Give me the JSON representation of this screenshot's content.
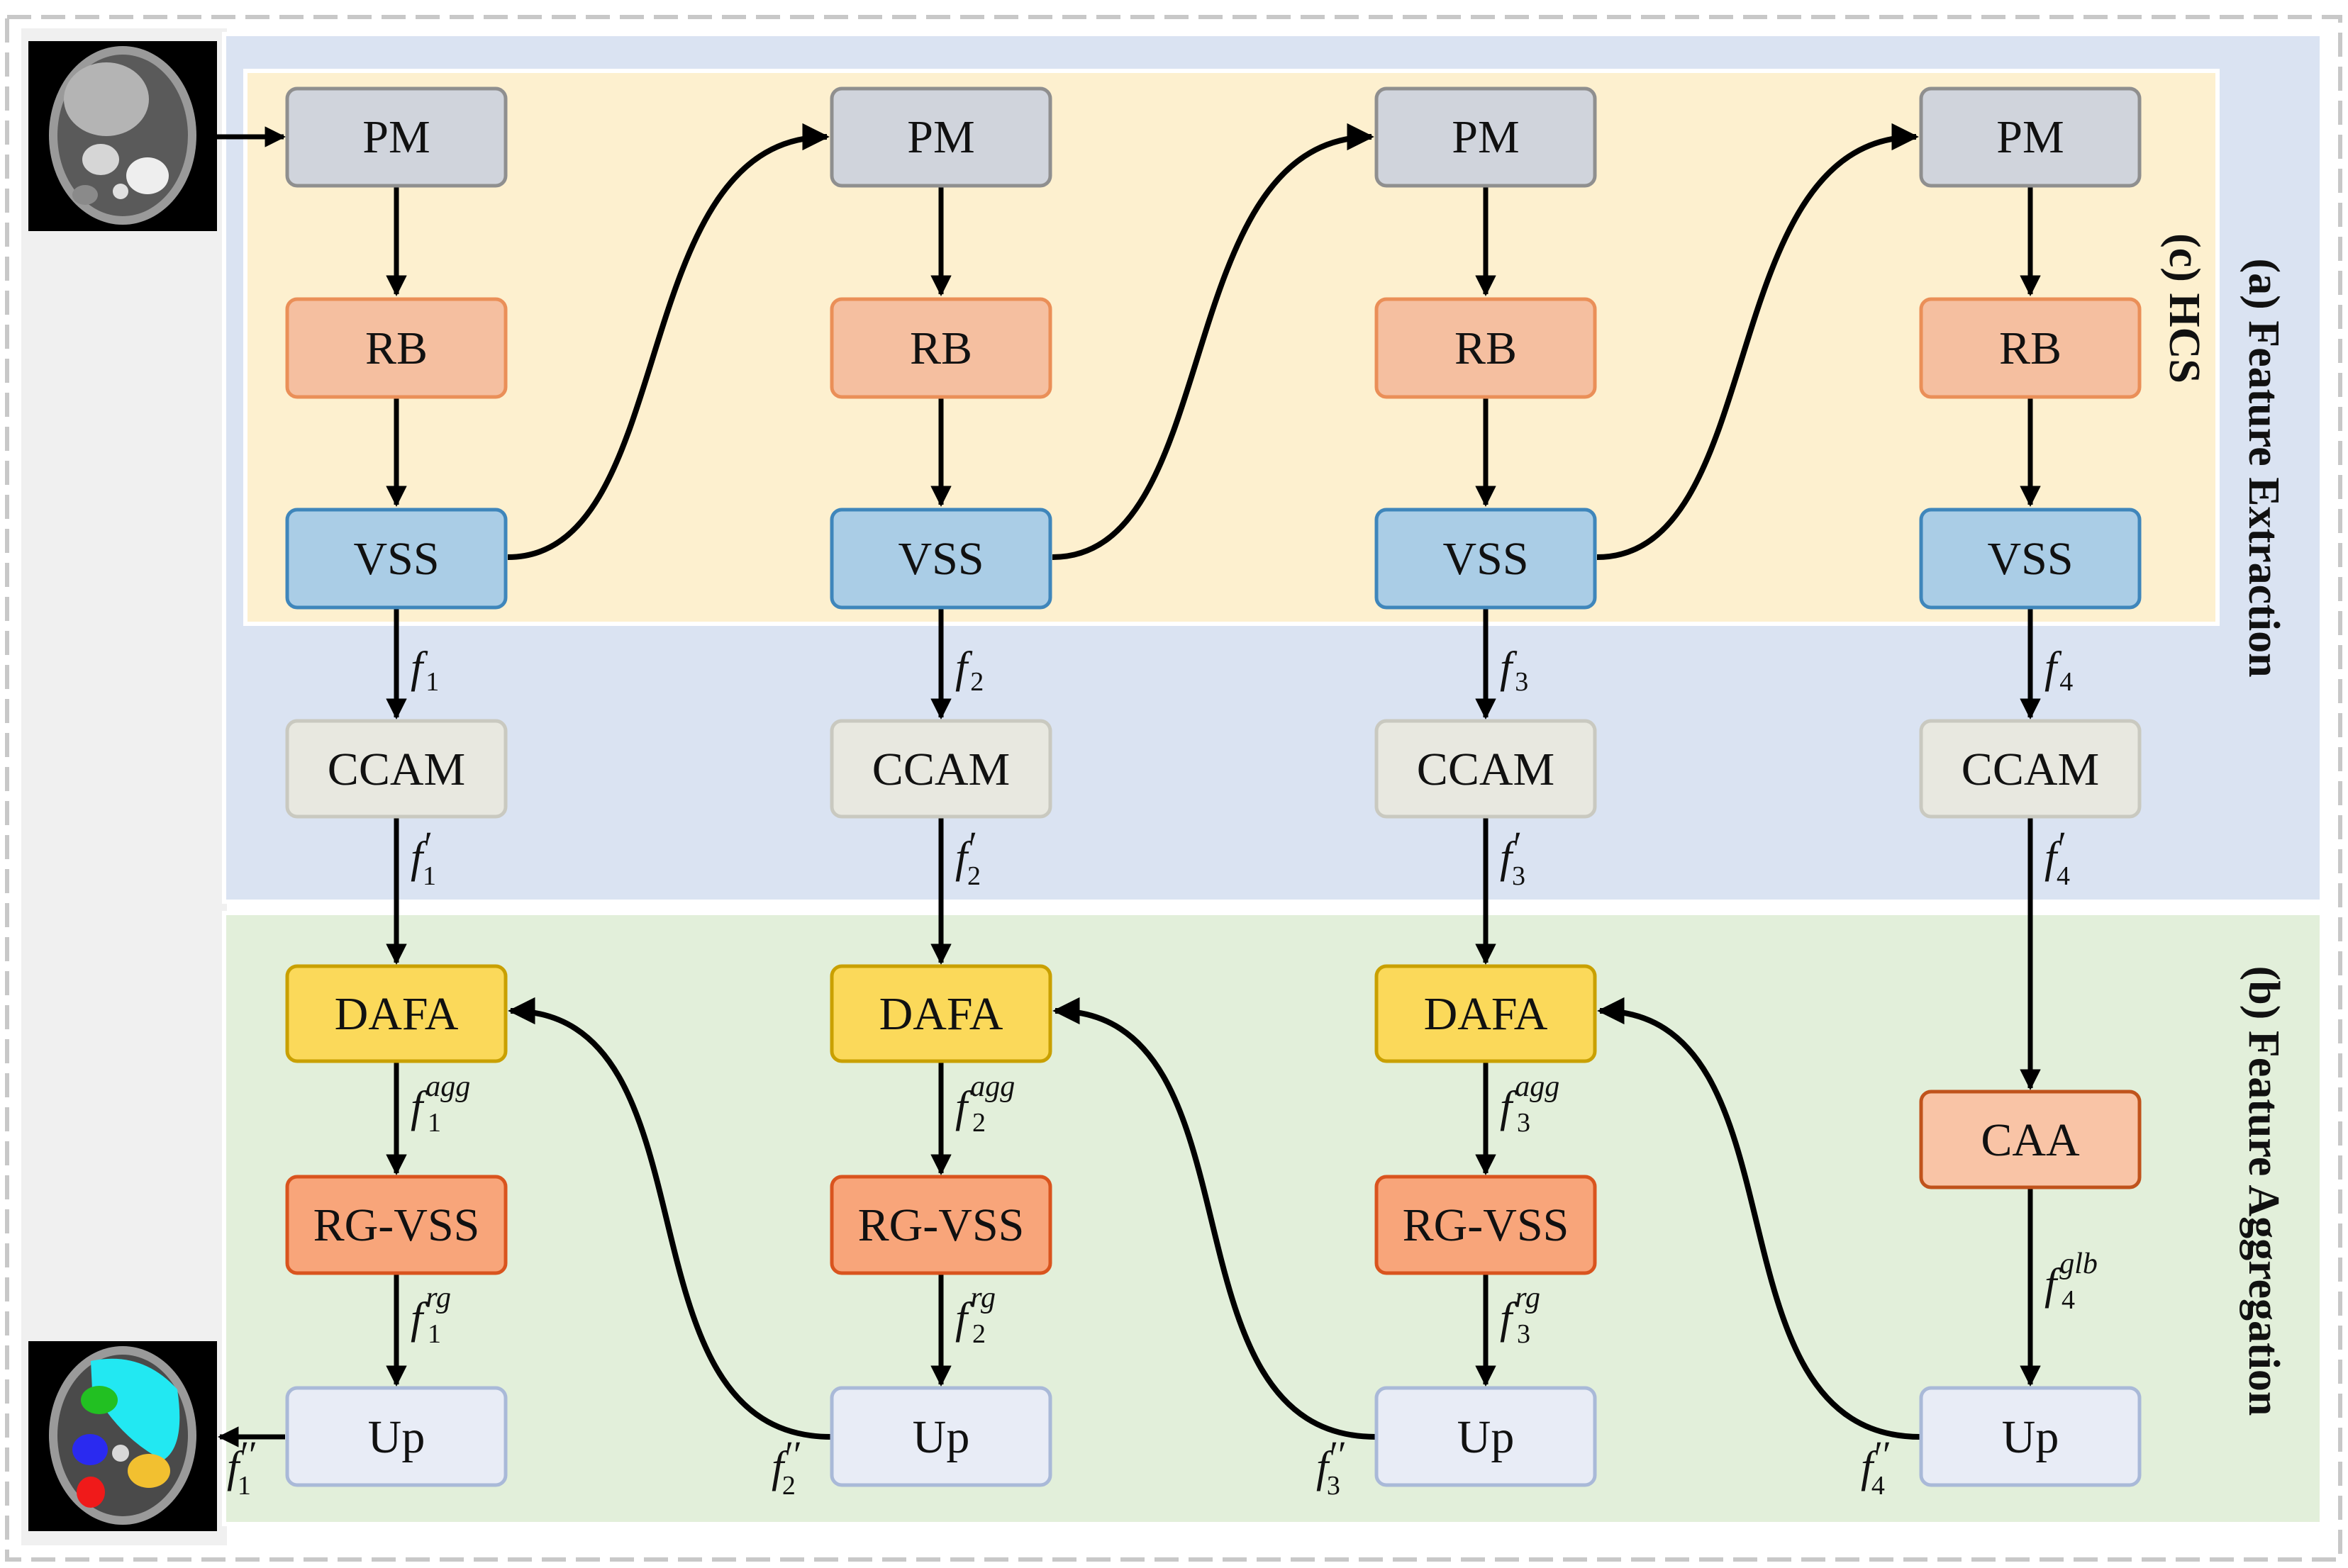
{
  "colors": {
    "feature_extraction_bg": "#dae3f2",
    "hcs_bg": "#fdf0cf",
    "feature_aggregation_bg": "#e2efda",
    "left_panel_bg": "#f0f0f0",
    "outer_dash": "#c8c8c8",
    "pm": "#d0d4dc",
    "rb": "#f5bfa0",
    "vss": "#aacde6",
    "ccam": "#e8e8e0",
    "dafa": "#fbd95a",
    "rgvss": "#f8a57a",
    "caa": "#f9c4a6",
    "up": "#e8ecf6"
  },
  "regions": {
    "feature_extraction": "(a) Feature Extraction",
    "hcs": "(c) HCS",
    "feature_aggregation": "(b) Feature Aggregation"
  },
  "images": {
    "input": "ct-slice-input",
    "output": "segmentation-output"
  },
  "stages": [
    {
      "pm": "PM",
      "rb": "RB",
      "vss": "VSS",
      "ccam": "CCAM",
      "dafa": "DAFA",
      "rgvss": "RG-VSS",
      "up": "Up",
      "f_main": "f",
      "f_sub": "1",
      "fp_main": "f",
      "fp_prime": "′",
      "fp_sub": "1",
      "fagg_main": "f",
      "fagg_sup": "agg",
      "fagg_sub": "1",
      "frg_main": "f",
      "frg_sup": "rg",
      "frg_sub": "1",
      "fpp_main": "f",
      "fpp_prime": "′′",
      "fpp_sub": "1"
    },
    {
      "pm": "PM",
      "rb": "RB",
      "vss": "VSS",
      "ccam": "CCAM",
      "dafa": "DAFA",
      "rgvss": "RG-VSS",
      "up": "Up",
      "f_main": "f",
      "f_sub": "2",
      "fp_main": "f",
      "fp_prime": "′",
      "fp_sub": "2",
      "fagg_main": "f",
      "fagg_sup": "agg",
      "fagg_sub": "2",
      "frg_main": "f",
      "frg_sup": "rg",
      "frg_sub": "2",
      "fpp_main": "f",
      "fpp_prime": "′′",
      "fpp_sub": "2"
    },
    {
      "pm": "PM",
      "rb": "RB",
      "vss": "VSS",
      "ccam": "CCAM",
      "dafa": "DAFA",
      "rgvss": "RG-VSS",
      "up": "Up",
      "f_main": "f",
      "f_sub": "3",
      "fp_main": "f",
      "fp_prime": "′",
      "fp_sub": "3",
      "fagg_main": "f",
      "fagg_sup": "agg",
      "fagg_sub": "3",
      "frg_main": "f",
      "frg_sup": "rg",
      "frg_sub": "3",
      "fpp_main": "f",
      "fpp_prime": "′′",
      "fpp_sub": "3"
    },
    {
      "pm": "PM",
      "rb": "RB",
      "vss": "VSS",
      "ccam": "CCAM",
      "caa": "CAA",
      "up": "Up",
      "f_main": "f",
      "f_sub": "4",
      "fp_main": "f",
      "fp_prime": "′",
      "fp_sub": "4",
      "fglb_main": "f",
      "fglb_sup": "glb",
      "fglb_sub": "4",
      "fpp_main": "f",
      "fpp_prime": "′′",
      "fpp_sub": "4"
    }
  ]
}
